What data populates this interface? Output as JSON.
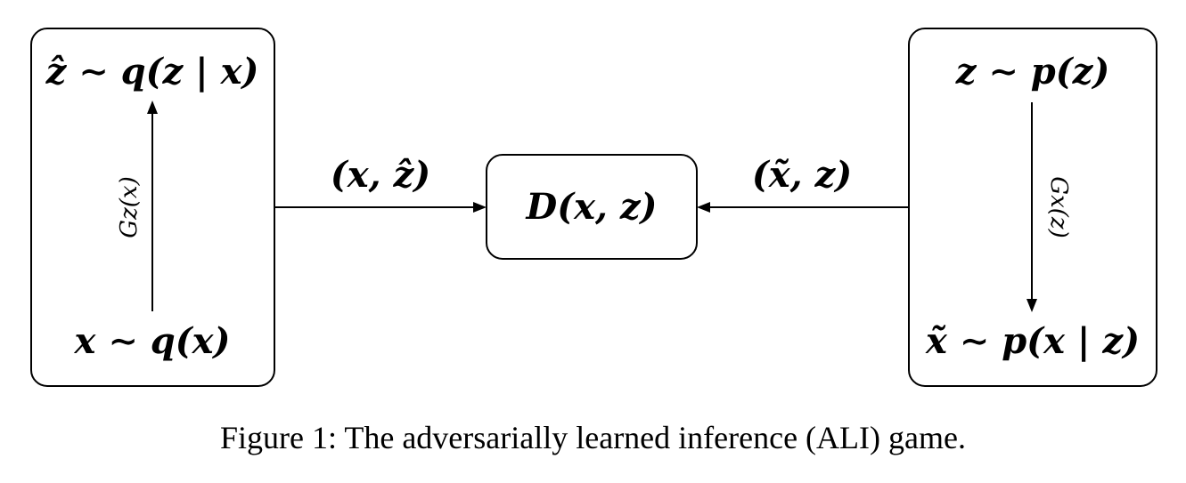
{
  "diagram": {
    "left_box": {
      "top_label": "ẑ ∼ q(z | x)",
      "bottom_label": "x ∼ q(x)",
      "arrow_label": "Gz(x)"
    },
    "right_box": {
      "top_label": "z ∼ p(z)",
      "bottom_label": "x̃ ∼ p(x | z)",
      "arrow_label": "Gx(z)"
    },
    "center_box": {
      "label": "D(x, z)"
    },
    "edges": {
      "left_to_center_label": "(x, ẑ)",
      "right_to_center_label": "(x̃, z)"
    }
  },
  "caption": "Figure 1:  The adversarially learned inference (ALI) game."
}
